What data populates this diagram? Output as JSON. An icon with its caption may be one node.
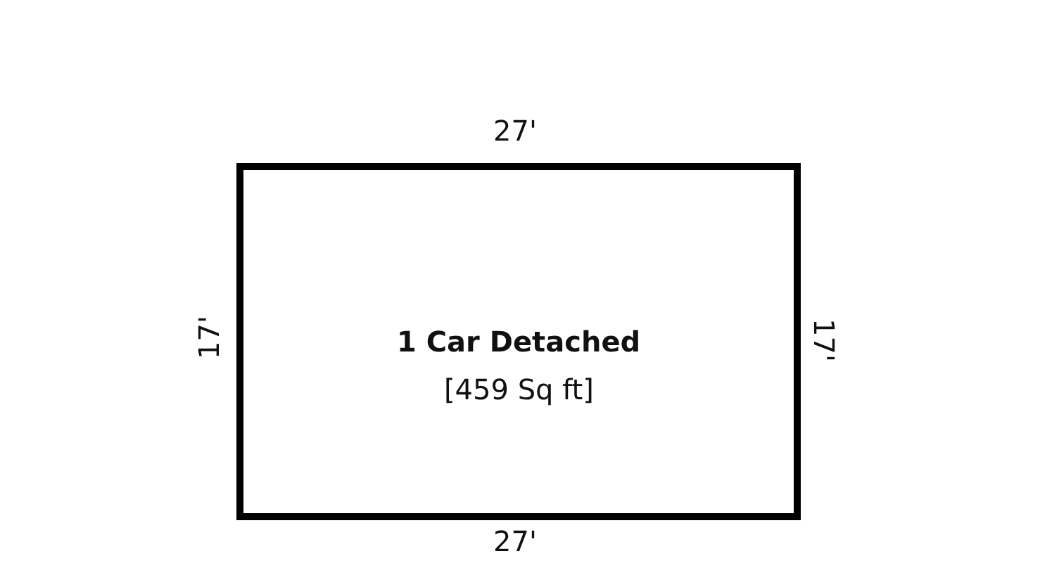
{
  "diagram": {
    "nodes": [
      {
        "text": [
          "1 Car Detached",
          "[459 Sq ft]"
        ]
      }
    ],
    "labels": [
      "27'",
      "17'",
      "17'",
      "27'"
    ]
  }
}
